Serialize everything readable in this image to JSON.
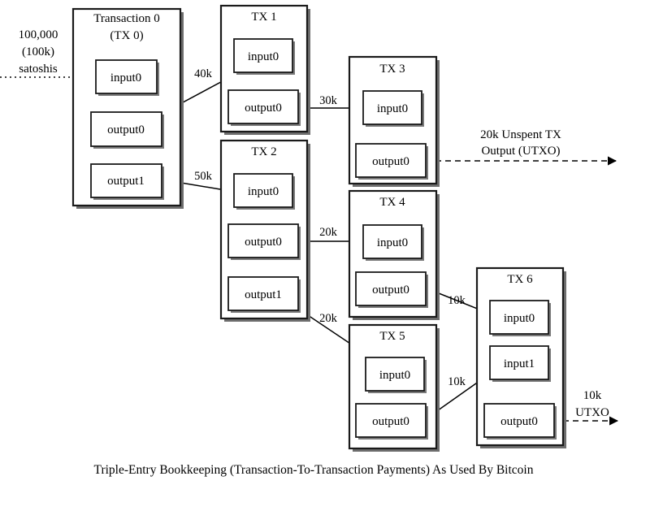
{
  "diagram": {
    "caption": "Triple-Entry Bookkeeping (Transaction-To-Transaction Payments) As Used By Bitcoin",
    "source_label": {
      "line1": "100,000",
      "line2": "(100k)",
      "line3": "satoshis"
    },
    "utxo_labels": [
      {
        "id": "utxo-20k",
        "line1": "20k Unspent TX",
        "line2": "Output (UTXO)"
      },
      {
        "id": "utxo-10k",
        "line1": "10k",
        "line2": "UTXO"
      }
    ],
    "transactions": [
      {
        "id": "tx0",
        "title_line1": "Transaction 0",
        "title_line2": "(TX 0)",
        "slots": [
          {
            "id": "tx0-input0",
            "label": "input0",
            "kind": "input"
          },
          {
            "id": "tx0-output0",
            "label": "output0",
            "kind": "output"
          },
          {
            "id": "tx0-output1",
            "label": "output1",
            "kind": "output"
          }
        ]
      },
      {
        "id": "tx1",
        "title_line1": "TX 1",
        "title_line2": "",
        "slots": [
          {
            "id": "tx1-input0",
            "label": "input0",
            "kind": "input"
          },
          {
            "id": "tx1-output0",
            "label": "output0",
            "kind": "output"
          }
        ]
      },
      {
        "id": "tx2",
        "title_line1": "TX 2",
        "title_line2": "",
        "slots": [
          {
            "id": "tx2-input0",
            "label": "input0",
            "kind": "input"
          },
          {
            "id": "tx2-output0",
            "label": "output0",
            "kind": "output"
          },
          {
            "id": "tx2-output1",
            "label": "output1",
            "kind": "output"
          }
        ]
      },
      {
        "id": "tx3",
        "title_line1": "TX 3",
        "title_line2": "",
        "slots": [
          {
            "id": "tx3-input0",
            "label": "input0",
            "kind": "input"
          },
          {
            "id": "tx3-output0",
            "label": "output0",
            "kind": "output"
          }
        ]
      },
      {
        "id": "tx4",
        "title_line1": "TX 4",
        "title_line2": "",
        "slots": [
          {
            "id": "tx4-input0",
            "label": "input0",
            "kind": "input"
          },
          {
            "id": "tx4-output0",
            "label": "output0",
            "kind": "output"
          }
        ]
      },
      {
        "id": "tx5",
        "title_line1": "TX 5",
        "title_line2": "",
        "slots": [
          {
            "id": "tx5-input0",
            "label": "input0",
            "kind": "input"
          },
          {
            "id": "tx5-output0",
            "label": "output0",
            "kind": "output"
          }
        ]
      },
      {
        "id": "tx6",
        "title_line1": "TX 6",
        "title_line2": "",
        "slots": [
          {
            "id": "tx6-input0",
            "label": "input0",
            "kind": "input"
          },
          {
            "id": "tx6-input1",
            "label": "input1",
            "kind": "input"
          },
          {
            "id": "tx6-output0",
            "label": "output0",
            "kind": "output"
          }
        ]
      }
    ],
    "edges": [
      {
        "id": "edge-seed",
        "from": "external",
        "to": "tx0-input0",
        "amount": "",
        "style": "dotted"
      },
      {
        "id": "edge-tx0out0-tx1in0",
        "from": "tx0-output0",
        "to": "tx1-input0",
        "amount": "40k",
        "style": "solid"
      },
      {
        "id": "edge-tx0out1-tx2in0",
        "from": "tx0-output1",
        "to": "tx2-input0",
        "amount": "50k",
        "style": "solid"
      },
      {
        "id": "edge-tx1out0-tx3in0",
        "from": "tx1-output0",
        "to": "tx3-input0",
        "amount": "30k",
        "style": "solid"
      },
      {
        "id": "edge-tx2out0-tx4in0",
        "from": "tx2-output0",
        "to": "tx4-input0",
        "amount": "20k",
        "style": "solid"
      },
      {
        "id": "edge-tx2out1-tx5in0",
        "from": "tx2-output1",
        "to": "tx5-input0",
        "amount": "20k",
        "style": "solid"
      },
      {
        "id": "edge-tx4out0-tx6in0",
        "from": "tx4-output0",
        "to": "tx6-input0",
        "amount": "10k",
        "style": "solid"
      },
      {
        "id": "edge-tx5out0-tx6in1",
        "from": "tx5-output0",
        "to": "tx6-input1",
        "amount": "10k",
        "style": "solid"
      },
      {
        "id": "edge-tx3out0-utxo",
        "from": "tx3-output0",
        "to": "utxo-20k",
        "amount": "",
        "style": "dashed"
      },
      {
        "id": "edge-tx6out0-utxo",
        "from": "tx6-output0",
        "to": "utxo-10k",
        "amount": "",
        "style": "dashed"
      }
    ],
    "edge_amounts": {
      "a40k": "40k",
      "a50k": "50k",
      "a30k": "30k",
      "a20k_top": "20k",
      "a20k_bottom": "20k",
      "a10k_top": "10k",
      "a10k_bottom": "10k"
    },
    "colors": {
      "background": "#ffffff",
      "stroke": "#000000",
      "box_fill": "#ffffff",
      "shadow": "#707070"
    }
  }
}
